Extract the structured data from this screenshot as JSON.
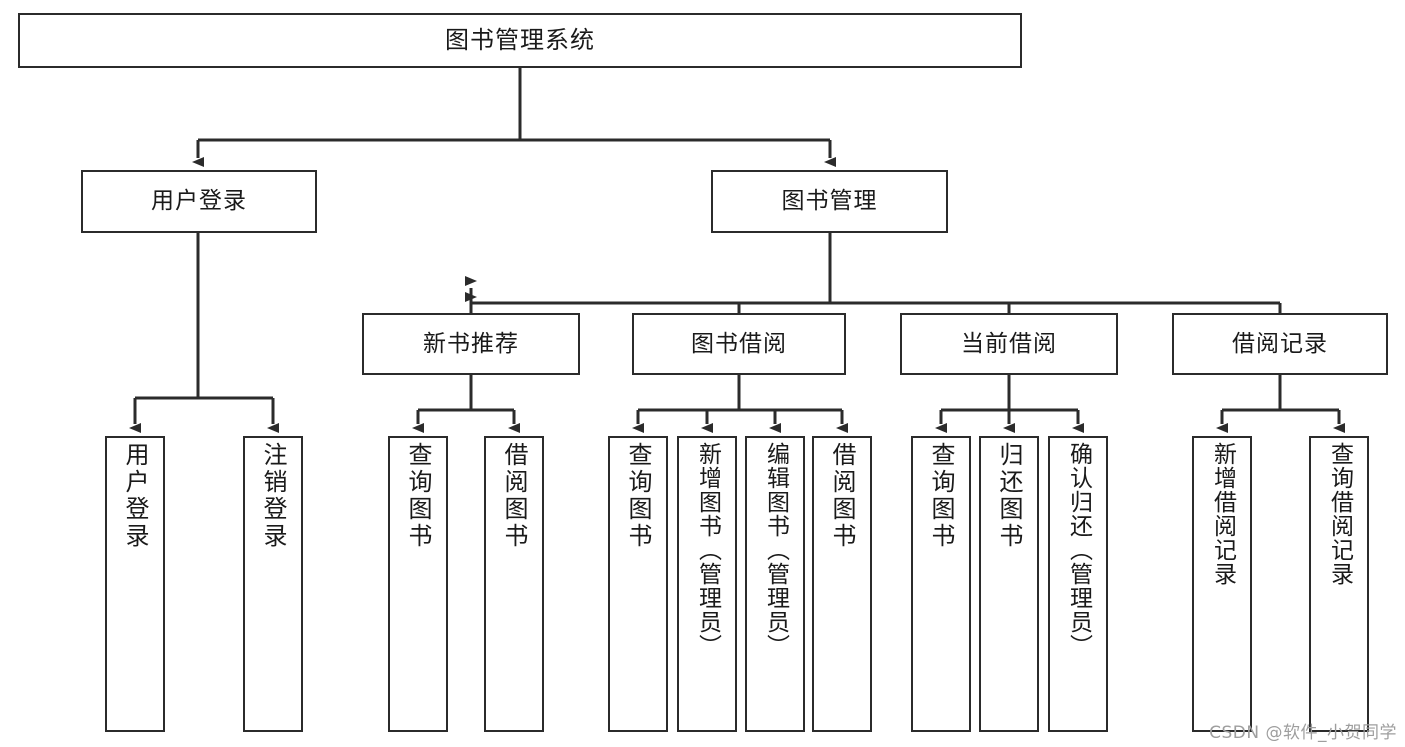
{
  "diagram": {
    "title": "图书管理系统",
    "watermark": "CSDN @软件_小贺同学",
    "colors": {
      "box_stroke": "#2b2b2b",
      "connector": "#2b2b2b",
      "background": "#ffffff",
      "text": "#1a1a1a",
      "watermark": "#9e9e9e"
    },
    "levels": {
      "level1": [
        "图书管理系统"
      ],
      "level2": [
        "用户登录",
        "图书管理"
      ],
      "level3": [
        "新书推荐",
        "图书借阅",
        "当前借阅",
        "借阅记录"
      ]
    },
    "nodes": {
      "root": {
        "label": "图书管理系统"
      },
      "user_login": {
        "label": "用户登录"
      },
      "book_manage": {
        "label": "图书管理"
      },
      "new_book_rec": {
        "label": "新书推荐"
      },
      "book_borrow": {
        "label": "图书借阅"
      },
      "current_borrow": {
        "label": "当前借阅"
      },
      "borrow_record": {
        "label": "借阅记录"
      },
      "leaf_user_login": {
        "label": "用户登录"
      },
      "leaf_logout": {
        "label": "注销登录"
      },
      "leaf_query_book_1": {
        "label": "查询图书"
      },
      "leaf_borrow_book_1": {
        "label": "借阅图书"
      },
      "leaf_query_book_2": {
        "label": "查询图书"
      },
      "leaf_add_book": {
        "label": "新增图书（管理员）"
      },
      "leaf_edit_book": {
        "label": "编辑图书（管理员）"
      },
      "leaf_borrow_book_2": {
        "label": "借阅图书"
      },
      "leaf_query_book_3": {
        "label": "查询图书"
      },
      "leaf_return_book": {
        "label": "归还图书"
      },
      "leaf_confirm_return": {
        "label": "确认归还（管理员）"
      },
      "leaf_add_record": {
        "label": "新增借阅记录"
      },
      "leaf_query_record": {
        "label": "查询借阅记录"
      }
    }
  }
}
